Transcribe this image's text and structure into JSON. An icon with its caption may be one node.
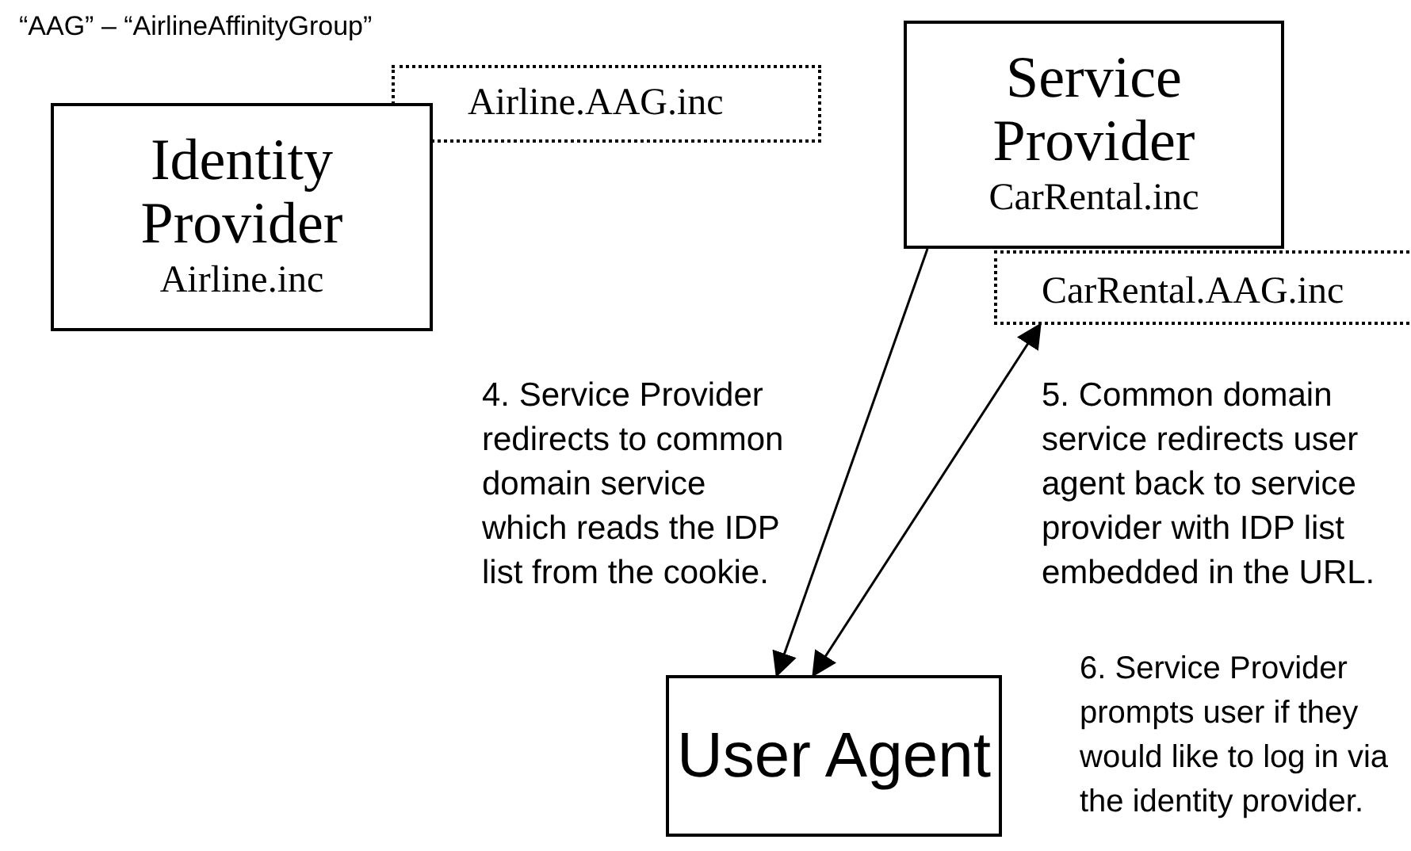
{
  "diagram": {
    "nodes": [
      {
        "text": [
          "Identity Provider",
          "Airline.inc"
        ]
      },
      {
        "text": [
          "Airline.AAG.inc"
        ]
      },
      {
        "text": [
          "Service Provider",
          "CarRental.inc"
        ]
      },
      {
        "text": [
          "CarRental.AAG.inc"
        ]
      },
      {
        "text": [
          "User Agent"
        ]
      }
    ],
    "edges": [
      {
        "from": 2,
        "to": 4,
        "arrow": "to",
        "label": "4. Service Provider redirects to common domain service which reads the IDP list from the cookie."
      },
      {
        "from": 4,
        "to": 3,
        "arrow": "both",
        "label": "5. Common domain service redirects user agent back to service provider with IDP list embedded in the URL."
      }
    ],
    "labels": [
      "“AAG” – “AirlineAffinityGroup”",
      "6. Service Provider prompts user if they would like to log in via the identity provider."
    ]
  }
}
